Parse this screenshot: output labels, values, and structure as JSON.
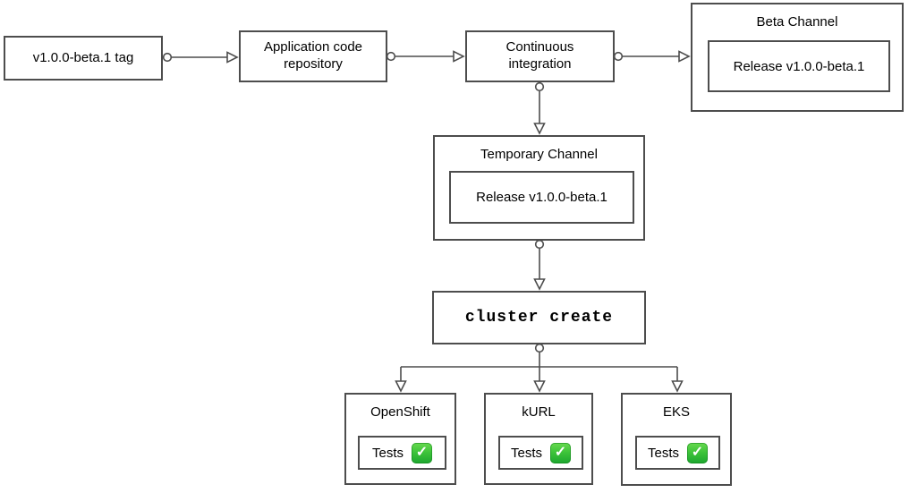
{
  "nodes": {
    "tag": {
      "label": "v1.0.0-beta.1 tag"
    },
    "repo": {
      "label": "Application code repository"
    },
    "ci": {
      "label": "Continuous integration"
    },
    "beta_channel": {
      "title": "Beta Channel",
      "release_label": "Release v1.0.0-beta.1"
    },
    "temporary_channel": {
      "title": "Temporary Channel",
      "release_label": "Release v1.0.0-beta.1"
    },
    "cluster_create": {
      "label": "cluster create"
    }
  },
  "clusters": [
    {
      "title": "OpenShift",
      "tests_label": "Tests",
      "result_icon": "check-mark-button"
    },
    {
      "title": "kURL",
      "tests_label": "Tests",
      "result_icon": "check-mark-button"
    },
    {
      "title": "EKS",
      "tests_label": "Tests",
      "result_icon": "check-mark-button"
    }
  ],
  "icons": {
    "check_glyph": "✓"
  },
  "colors": {
    "node_border": "#4d4d4d",
    "edge": "#4d4d4d",
    "text": "#000000",
    "check_green": "#2eb734",
    "check_mark": "#ffffff",
    "background": "#ffffff"
  }
}
